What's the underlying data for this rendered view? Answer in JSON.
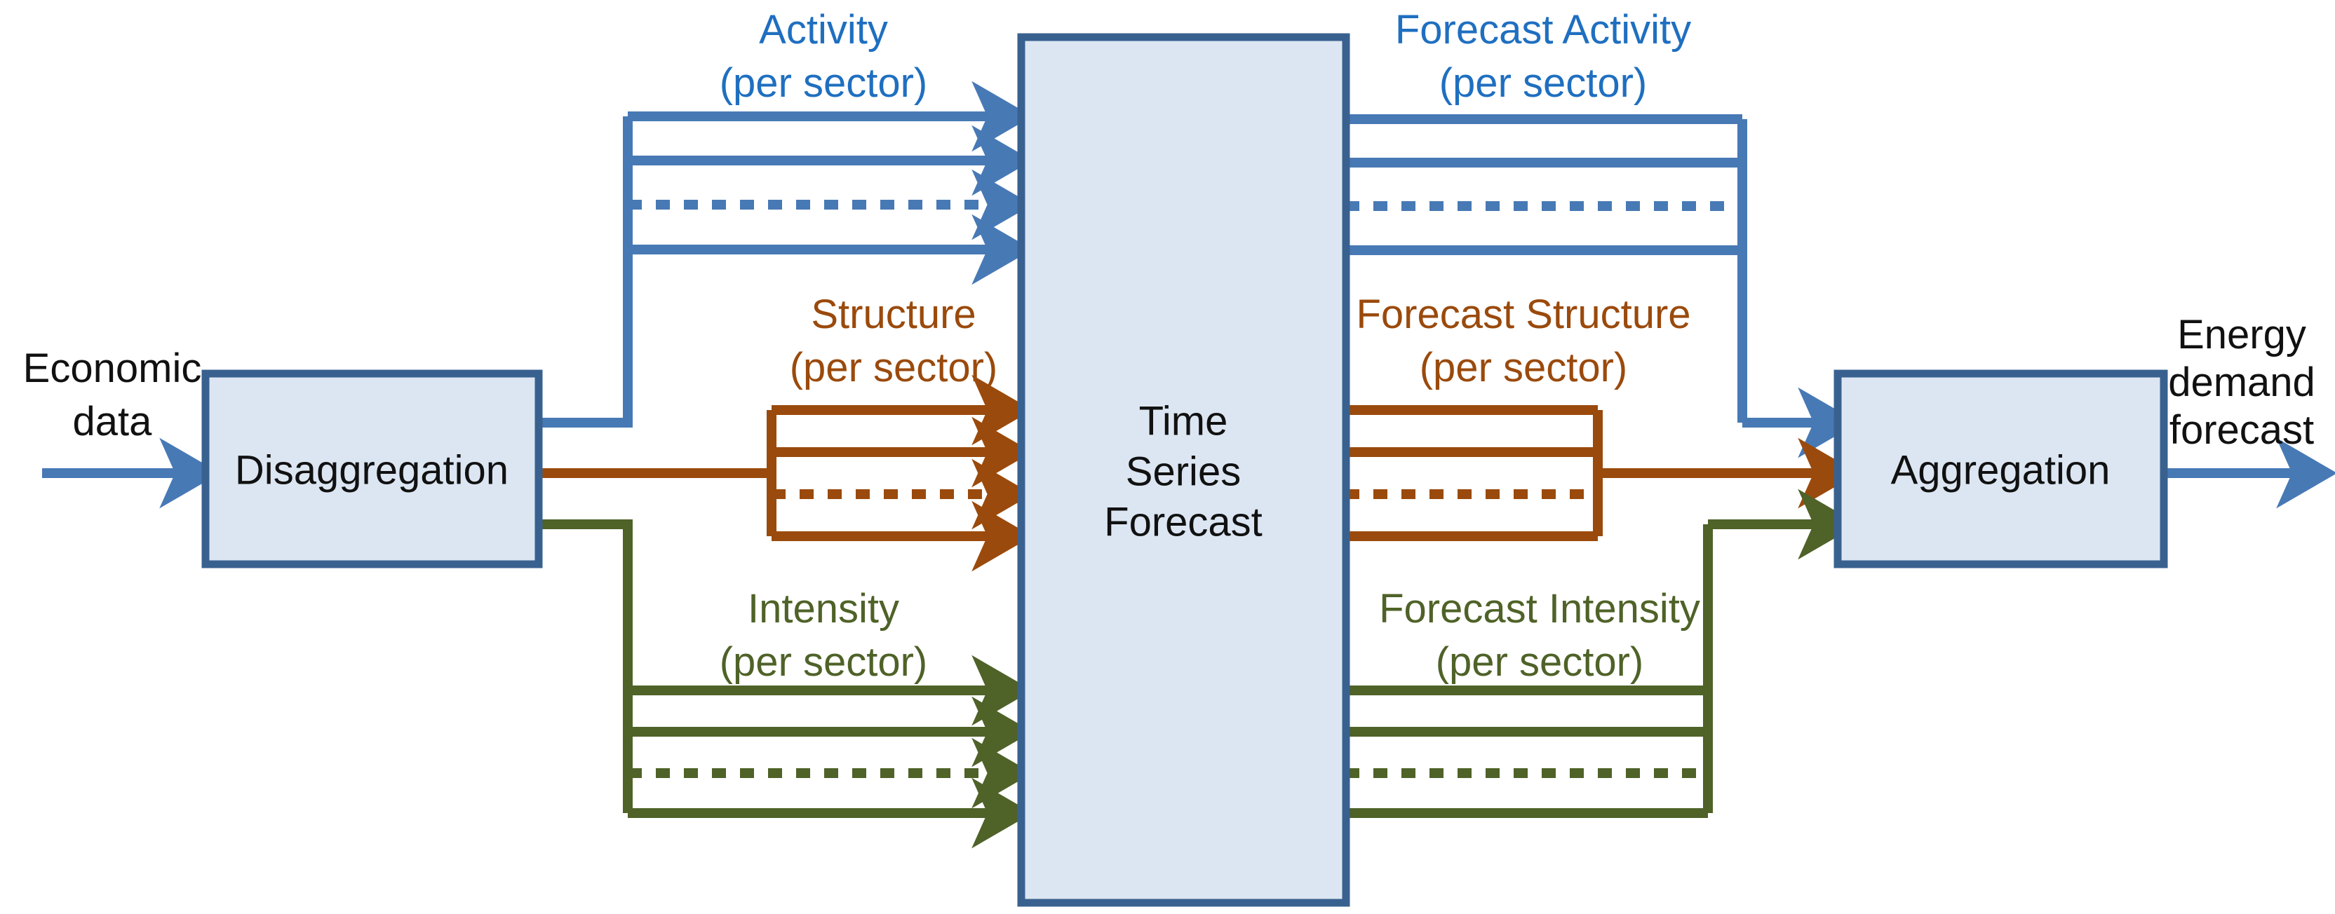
{
  "diagram": {
    "title": "Energy demand forecasting process flow",
    "colors": {
      "blue_line": "#4779B5",
      "orange_line": "#9A4A0C",
      "green_line": "#4F6228",
      "box_fill": "#DCE6F2",
      "box_border": "#39618F",
      "label_blue": "#1F6FC0",
      "label_orange": "#9A4A0C",
      "label_green": "#4F6228",
      "text_black": "#111111",
      "background": "#FFFFFF"
    },
    "boxes": {
      "disaggregation": "Disaggregation",
      "time_series_forecast_line1": "Time",
      "time_series_forecast_line2": "Series",
      "time_series_forecast_line3": "Forecast",
      "aggregation": "Aggregation"
    },
    "io": {
      "input_line1": "Economic",
      "input_line2": "data",
      "output_line1": "Energy",
      "output_line2": "demand",
      "output_line3": "forecast"
    },
    "streams": {
      "activity": {
        "name_line1": "Activity",
        "name_line2": "(per sector)",
        "color": "#4779B5"
      },
      "structure": {
        "name_line1": "Structure",
        "name_line2": "(per sector)",
        "color": "#9A4A0C"
      },
      "intensity": {
        "name_line1": "Intensity",
        "name_line2": "(per sector)",
        "color": "#4F6228"
      },
      "forecast_activity": {
        "name_line1": "Forecast Activity",
        "name_line2": "(per sector)",
        "color": "#4779B5"
      },
      "forecast_structure": {
        "name_line1": "Forecast Structure",
        "name_line2": "(per sector)",
        "color": "#9A4A0C"
      },
      "forecast_intensity": {
        "name_line1": "Forecast Intensity",
        "name_line2": "(per sector)",
        "color": "#4F6228"
      }
    },
    "notes": {
      "branches_per_stream": 4,
      "dotted_branch_index": 3
    }
  },
  "chart_data": {
    "type": "diagram",
    "title": "Energy demand forecasting process flow",
    "nodes": [
      {
        "id": "economic-data",
        "label": "Economic data",
        "kind": "io-input"
      },
      {
        "id": "disaggregation",
        "label": "Disaggregation",
        "kind": "process"
      },
      {
        "id": "time-series-forecast",
        "label": "Time Series Forecast",
        "kind": "process"
      },
      {
        "id": "aggregation",
        "label": "Aggregation",
        "kind": "process"
      },
      {
        "id": "energy-demand-forecast",
        "label": "Energy demand forecast",
        "kind": "io-output"
      }
    ],
    "edges": [
      {
        "from": "economic-data",
        "to": "disaggregation",
        "label": "",
        "color": "#4779B5",
        "style": "solid"
      },
      {
        "from": "disaggregation",
        "to": "time-series-forecast",
        "label": "Activity (per sector)",
        "color": "#4779B5",
        "style": "fan-4",
        "dotted_branch": 3
      },
      {
        "from": "disaggregation",
        "to": "time-series-forecast",
        "label": "Structure (per sector)",
        "color": "#9A4A0C",
        "style": "fan-4",
        "dotted_branch": 3
      },
      {
        "from": "disaggregation",
        "to": "time-series-forecast",
        "label": "Intensity (per sector)",
        "color": "#4F6228",
        "style": "fan-4",
        "dotted_branch": 3
      },
      {
        "from": "time-series-forecast",
        "to": "aggregation",
        "label": "Forecast Activity (per sector)",
        "color": "#4779B5",
        "style": "fan-in-4",
        "dotted_branch": 3
      },
      {
        "from": "time-series-forecast",
        "to": "aggregation",
        "label": "Forecast Structure (per sector)",
        "color": "#9A4A0C",
        "style": "fan-in-4",
        "dotted_branch": 3
      },
      {
        "from": "time-series-forecast",
        "to": "aggregation",
        "label": "Forecast Intensity (per sector)",
        "color": "#4F6228",
        "style": "fan-in-4",
        "dotted_branch": 3
      },
      {
        "from": "aggregation",
        "to": "energy-demand-forecast",
        "label": "",
        "color": "#4779B5",
        "style": "solid"
      }
    ]
  }
}
